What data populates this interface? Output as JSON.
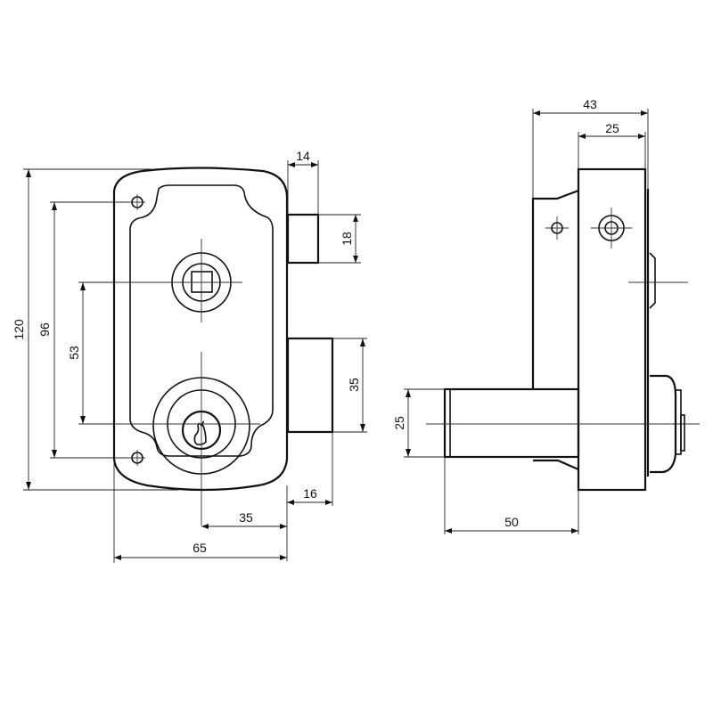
{
  "drawing": {
    "type": "technical drawing",
    "subject": "rim lock with cylinder",
    "units": "mm",
    "line_color": "#111111",
    "background": "#ffffff"
  },
  "front_view": {
    "dimensions": {
      "overall_height": "120",
      "hole_spacing": "96",
      "spindle_to_cylinder": "53",
      "latch_bolt_projection": "14",
      "latch_bolt_height": "18",
      "deadbolt_height": "35",
      "deadbolt_projection": "16",
      "backset": "35",
      "overall_width": "65"
    }
  },
  "side_view": {
    "dimensions": {
      "overall_depth": "43",
      "case_depth": "25",
      "cylinder_diameter": "25",
      "cylinder_length": "50"
    }
  }
}
